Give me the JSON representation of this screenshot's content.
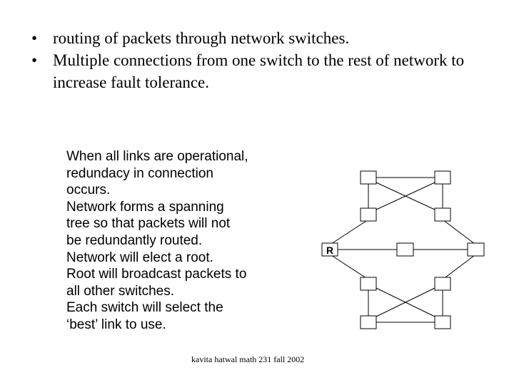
{
  "bullets": [
    {
      "text": "routing of packets through network switches."
    },
    {
      "text": "Multiple connections from one switch to the rest of network to increase fault tolerance."
    }
  ],
  "description": [
    "When all links are operational,",
    "redundacy in connection",
    "occurs.",
    "Network forms a spanning",
    "tree so that packets will not",
    "be redundantly routed.",
    "Network will elect a root.",
    "Root will broadcast packets to",
    "all other switches.",
    "Each switch will select the",
    "‘best’ link to use."
  ],
  "diagram": {
    "root_label": "R"
  },
  "footer": "kavita hatwal math 231 fall 2002",
  "colors": {
    "text": "#000000",
    "background": "#ffffff"
  }
}
